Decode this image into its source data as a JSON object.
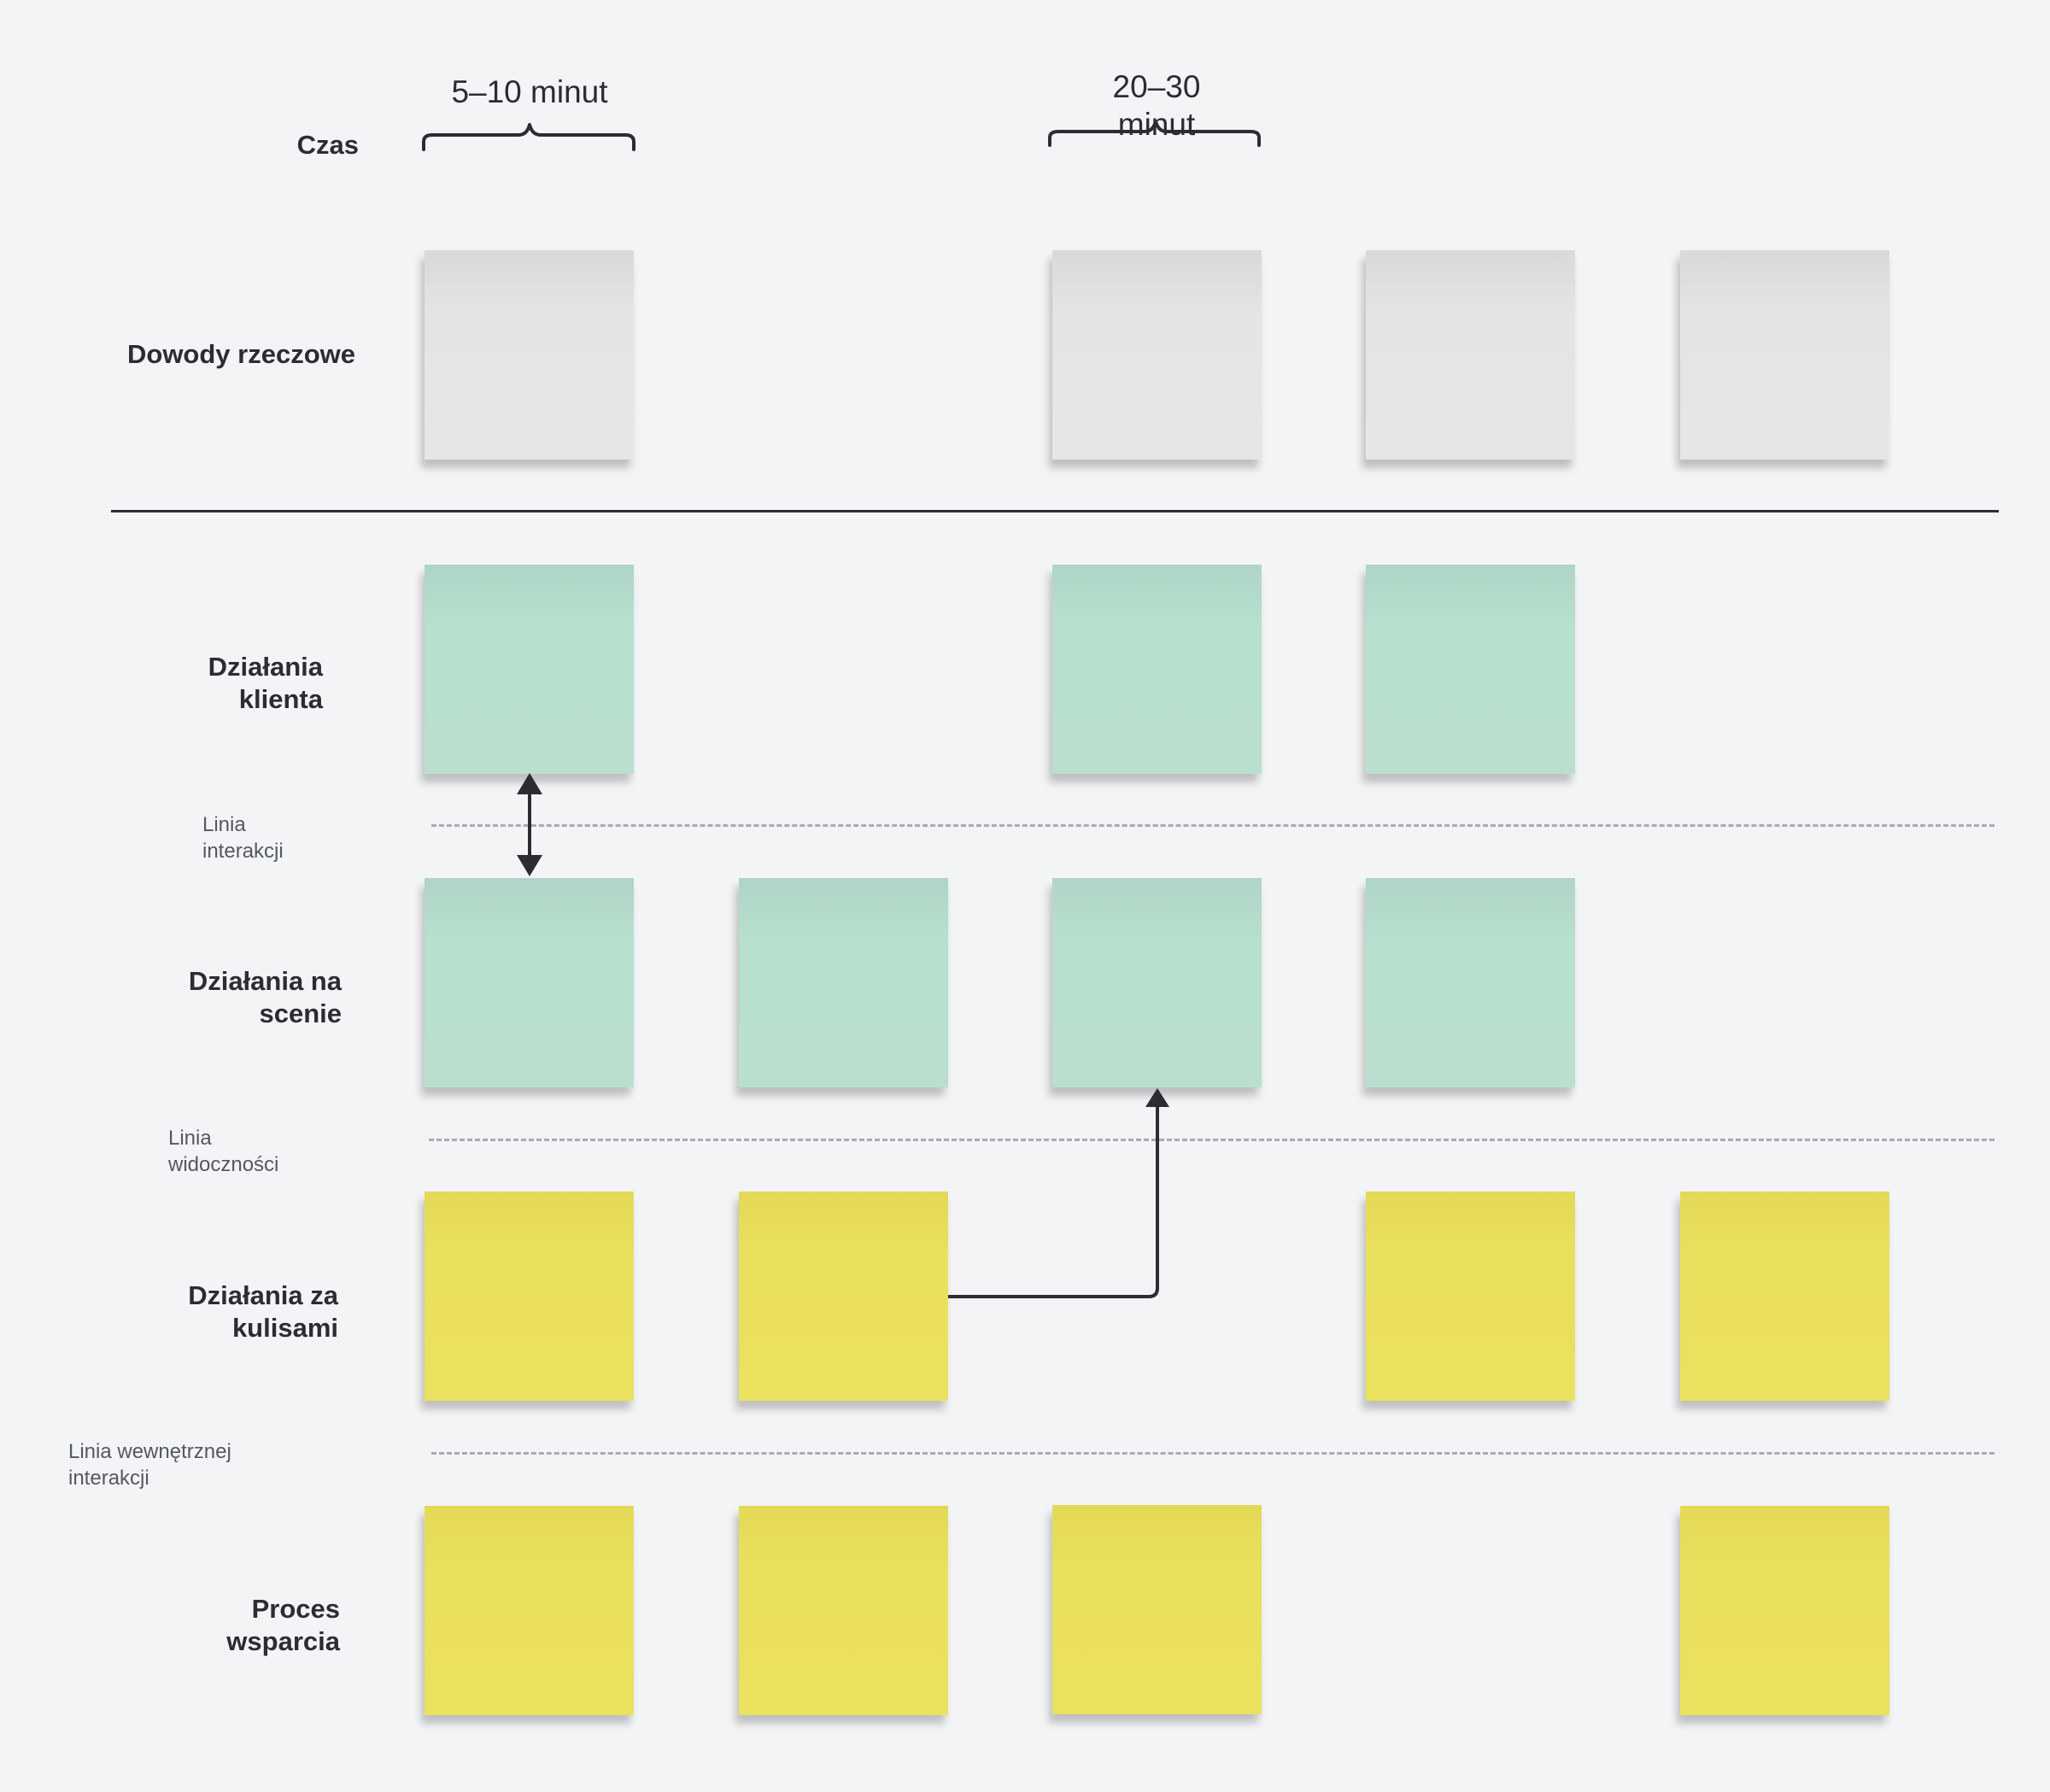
{
  "time_row": {
    "label": "Czas",
    "brackets": [
      {
        "text": "5–10 minut"
      },
      {
        "text": "20–30 minut"
      }
    ]
  },
  "lanes": [
    {
      "label": "Dowody rzeczowe",
      "color": "#e4e4e5"
    },
    {
      "label": "Działania\nklienta",
      "color": "#b8e0cf"
    },
    {
      "label": "Działania na\nscenie",
      "color": "#b8e0cf"
    },
    {
      "label": "Działania za\nkulisami",
      "color": "#e9e05e"
    },
    {
      "label": "Proces\nwsparcia",
      "color": "#e9e05e"
    }
  ],
  "lines": [
    {
      "label": "Linia\ninterakcji"
    },
    {
      "label": "Linia\nwidoczności"
    },
    {
      "label": "Linia wewnętrznej\ninterakcji"
    }
  ],
  "colors": {
    "background": "#f3f4f6",
    "text": "#2b2d33",
    "evidence_note": "#e4e4e5",
    "frontstage_note": "#b8e0cf",
    "backstage_note": "#e9e05e",
    "dashed_line": "#a9abaf"
  }
}
